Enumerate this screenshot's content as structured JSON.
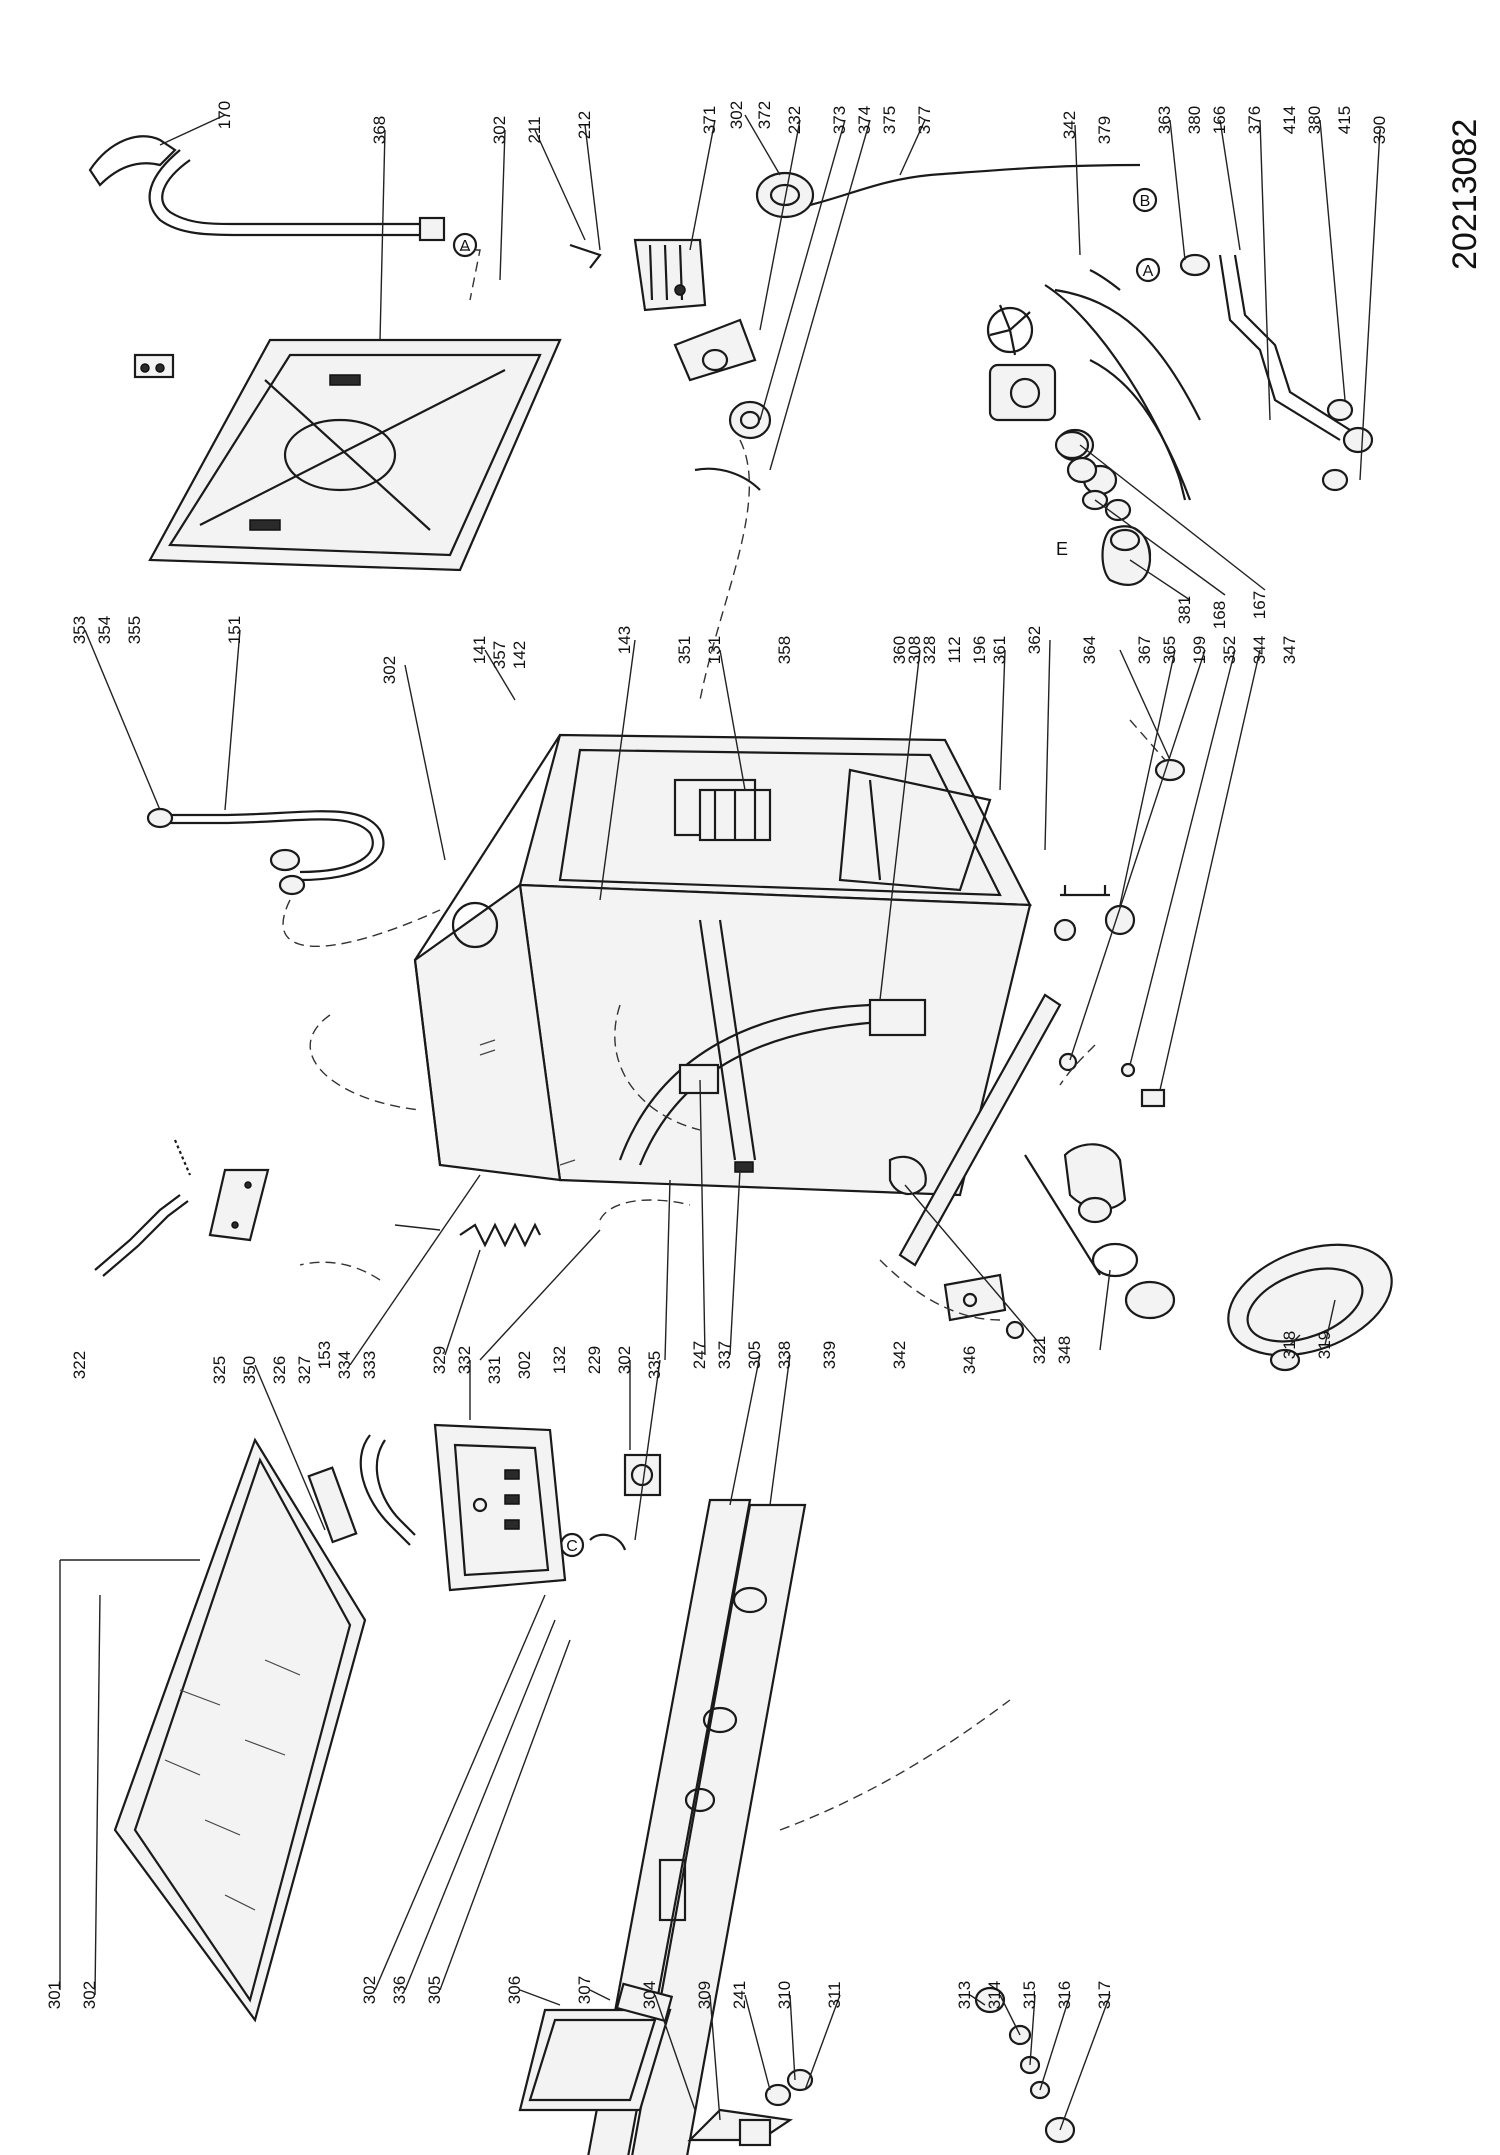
{
  "drawing_number": "20213082",
  "markers": {
    "a": "A",
    "b": "B",
    "c": "C",
    "e": "E"
  },
  "callouts": {
    "top_row": [
      "170",
      "368",
      "302",
      "211",
      "212",
      "371",
      "302",
      "372",
      "232",
      "373",
      "374",
      "375",
      "377",
      "342",
      "379",
      "363",
      "380",
      "166",
      "376",
      "414",
      "380",
      "415",
      "390"
    ],
    "mid_row": [
      "353",
      "354",
      "355",
      "151",
      "302",
      "141",
      "357",
      "142",
      "143",
      "351",
      "131",
      "358",
      "360",
      "308",
      "328",
      "112",
      "196",
      "361",
      "362",
      "364",
      "367",
      "365",
      "199",
      "352",
      "344",
      "347"
    ],
    "drum_parts": [
      "381",
      "168",
      "167"
    ],
    "lower_row": [
      "322",
      "325",
      "350",
      "326",
      "327",
      "153",
      "334",
      "333",
      "329",
      "332",
      "331",
      "302",
      "132",
      "229",
      "302",
      "335",
      "247",
      "337",
      "305",
      "338",
      "339",
      "342",
      "346",
      "321",
      "348",
      "318",
      "319"
    ],
    "bottom_row": [
      "301",
      "302",
      "302",
      "336",
      "305",
      "306",
      "307",
      "304",
      "309",
      "241",
      "310",
      "311",
      "313",
      "314",
      "315",
      "316",
      "317"
    ]
  }
}
